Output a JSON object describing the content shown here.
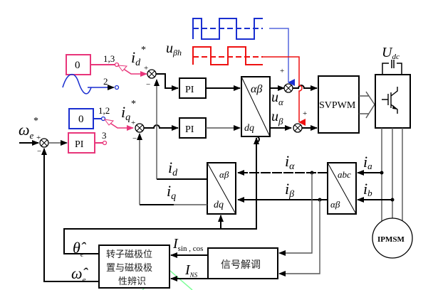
{
  "colors": {
    "pink": "#e8357a",
    "blue": "#1a2fd0",
    "red": "#ee1111",
    "black": "#000000",
    "gray": "#555555",
    "green_watermark": "#7fff9a"
  },
  "labels": {
    "omega_ref": "ω",
    "omega_ref_sub": "e",
    "star": "*",
    "id_ref": "i",
    "id_ref_sub": "d",
    "iq_ref": "i",
    "iq_ref_sub": "q",
    "u_beta_h": "u",
    "u_beta_h_sub": "βh",
    "u_alpha": "u",
    "u_alpha_sub": "α",
    "u_beta": "u",
    "u_beta_sub": "β",
    "udc": "U",
    "udc_sub": "dc",
    "i_d": "i",
    "i_d_sub": "d",
    "i_q": "i",
    "i_q_sub": "q",
    "i_alpha": "i",
    "i_alpha_sub": "α",
    "i_beta": "i",
    "i_beta_sub": "β",
    "i_a": "i",
    "i_a_sub": "a",
    "i_b": "i",
    "i_b_sub": "b",
    "theta_hat": "θ̂",
    "theta_sub": "e",
    "omega_hat": "ω̂",
    "omega_hat_sub": "e",
    "i_sincos": "I",
    "i_sincos_sub": "sin , cos",
    "i_ns": "I",
    "i_ns_sub": "NS",
    "plus": "+",
    "minus": "−"
  },
  "switches": {
    "d_const": {
      "value": "0",
      "pos_label": "1,3"
    },
    "d_sine": {
      "pos_label": "2"
    },
    "q_const": {
      "value": "0",
      "pos_label": "1,2"
    },
    "q_pi": {
      "label": "PI",
      "pos_label": "3"
    }
  },
  "blocks": {
    "pi_d": "PI",
    "pi_q": "PI",
    "svpwm": "SVPWM",
    "park_inv_top": "αβ",
    "park_inv_bottom": "dq",
    "park_top": "αβ",
    "park_bottom": "dq",
    "clarke_top": "abc",
    "clarke_bottom": "αβ",
    "motor": "IPMSM",
    "demod": "信号解调",
    "identifier_lines": [
      "转子磁极位",
      "置与磁极极",
      "性辨识"
    ]
  }
}
